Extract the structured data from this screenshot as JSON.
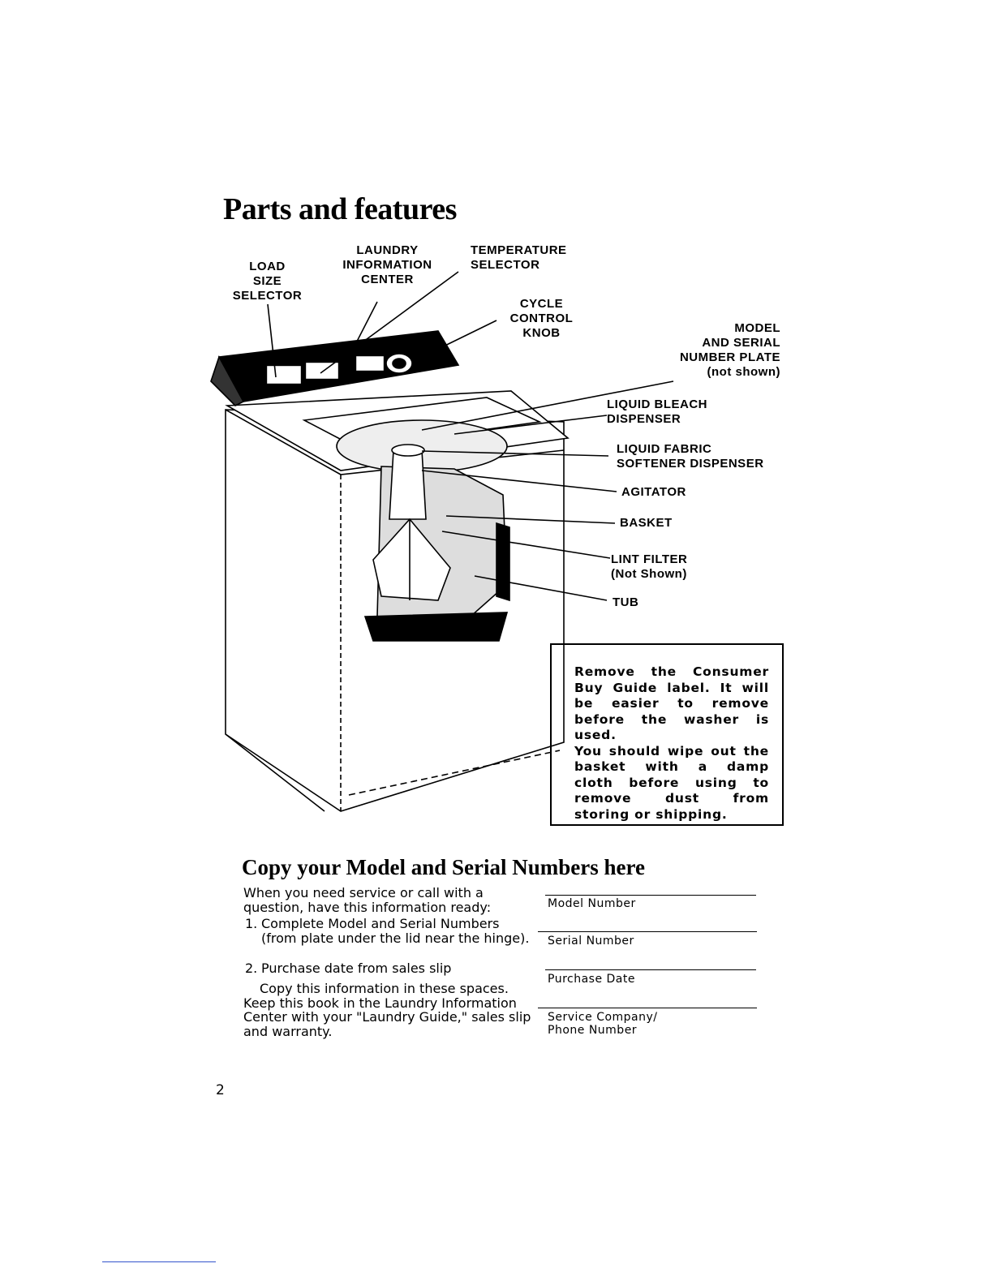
{
  "page": {
    "title": "Parts and features",
    "page_number": "2"
  },
  "callouts": {
    "load_size": "LOAD\nSIZE\nSELECTOR",
    "laundry_info": "LAUNDRY\nINFORMATION\nCENTER",
    "temperature": "TEMPERATURE\nSELECTOR",
    "cycle_control": "CYCLE\nCONTROL\nKNOB",
    "model_serial": "MODEL\nAND SERIAL\nNUMBER PLATE\n(not shown)",
    "liquid_bleach": "LIQUID BLEACH\nDISPENSER",
    "fabric_softener": "LIQUID FABRIC\nSOFTENER DISPENSER",
    "agitator": "AGITATOR",
    "basket": "BASKET",
    "lint_filter": "LINT FILTER\n(Not Shown)",
    "tub": "TUB"
  },
  "notice": {
    "text": "Remove the Consumer Buy Guide label. It will be easier to remove before the washer is used.\nYou should wipe out the basket with a damp cloth before using to remove dust from storing or shipping."
  },
  "copy_section": {
    "heading": "Copy your Model and Serial Numbers here",
    "intro": "When you need service or call with a question, have this information ready:",
    "item1_num": "1.",
    "item1": "Complete Model and Serial Numbers (from plate under the lid near the hinge).",
    "item2_num": "2.",
    "item2": "Purchase date from sales slip",
    "outro": "Copy this information in these spaces. Keep this book in the Laundry Information Center with your \"Laundry Guide,\" sales slip and warranty.",
    "fields": [
      "Model Number",
      "Serial Number",
      "Purchase Date",
      "Service Company/\nPhone Number"
    ]
  }
}
